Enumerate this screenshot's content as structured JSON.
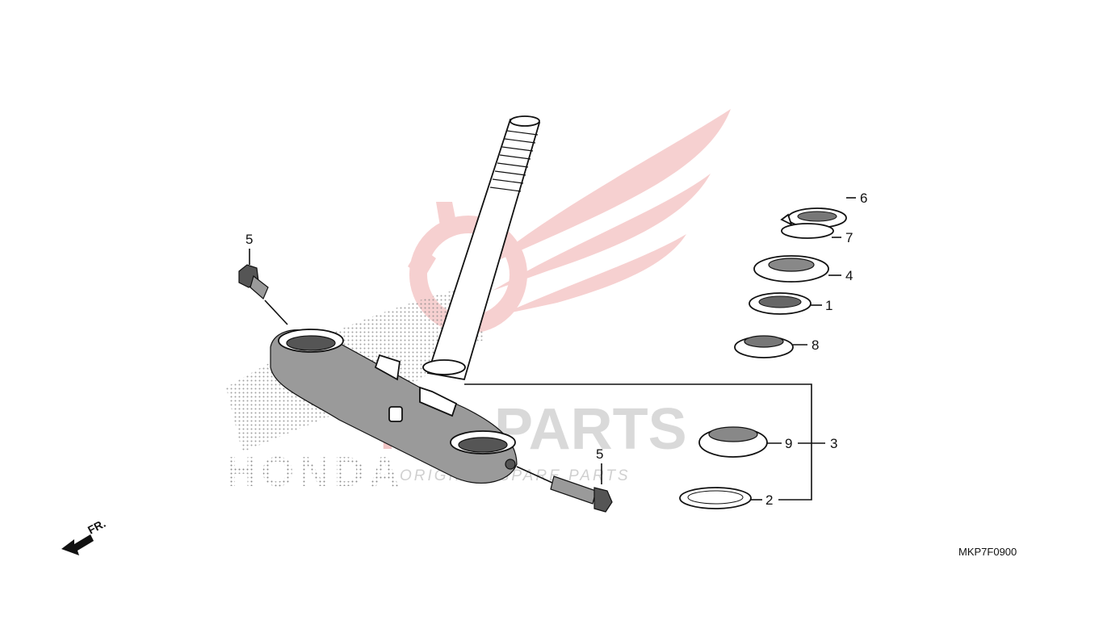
{
  "diagram": {
    "code": "MKP7F0900",
    "direction_label": "FR."
  },
  "callouts": [
    {
      "id": "c1",
      "text": "1"
    },
    {
      "id": "c2",
      "text": "2"
    },
    {
      "id": "c3",
      "text": "3"
    },
    {
      "id": "c4",
      "text": "4"
    },
    {
      "id": "c5a",
      "text": "5"
    },
    {
      "id": "c5b",
      "text": "5"
    },
    {
      "id": "c6",
      "text": "6"
    },
    {
      "id": "c7",
      "text": "7"
    },
    {
      "id": "c8",
      "text": "8"
    },
    {
      "id": "c9",
      "text": "9"
    }
  ],
  "watermark": {
    "brand": "PARTS",
    "brand_prefix": "IC",
    "tagline": "ORIGINAL SPARE PARTS",
    "honda": "HONDA",
    "colors": {
      "wing": "#f3c2c2",
      "text": "#d6d6d6",
      "accent": "#f0b8b8"
    }
  }
}
